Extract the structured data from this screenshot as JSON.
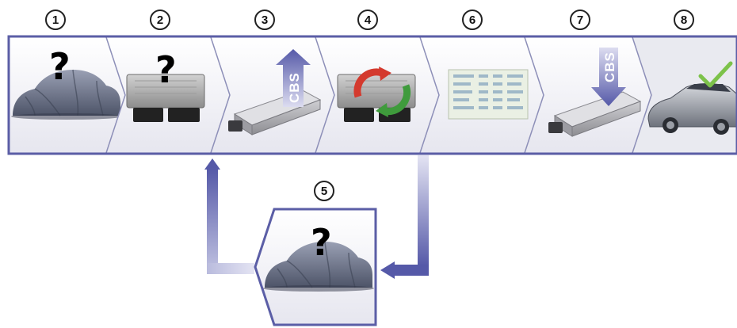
{
  "steps": [
    {
      "number": "1"
    },
    {
      "number": "2"
    },
    {
      "number": "3"
    },
    {
      "number": "4"
    },
    {
      "number": "5"
    },
    {
      "number": "6"
    },
    {
      "number": "7"
    },
    {
      "number": "8"
    }
  ],
  "labels": {
    "question_mark": "?",
    "cbs": "CBS"
  },
  "icons": {
    "step1": "covered-car-icon",
    "step2": "control-unit-icon",
    "step3": "cbs-module-upload-icon",
    "step4": "control-unit-sync-icon",
    "step5": "covered-car-icon",
    "step6": "data-table-icon",
    "step7": "cbs-module-download-icon",
    "step8": "car-checkmark-icon"
  },
  "colors": {
    "frame": "#5b5ea6",
    "arrow_dark": "#5559a8",
    "arrow_light": "#dcdcf0",
    "panel": "#f4f4f8",
    "check": "#7cc24a",
    "sync_red": "#d43a2e",
    "sync_green": "#3f9b3c"
  }
}
